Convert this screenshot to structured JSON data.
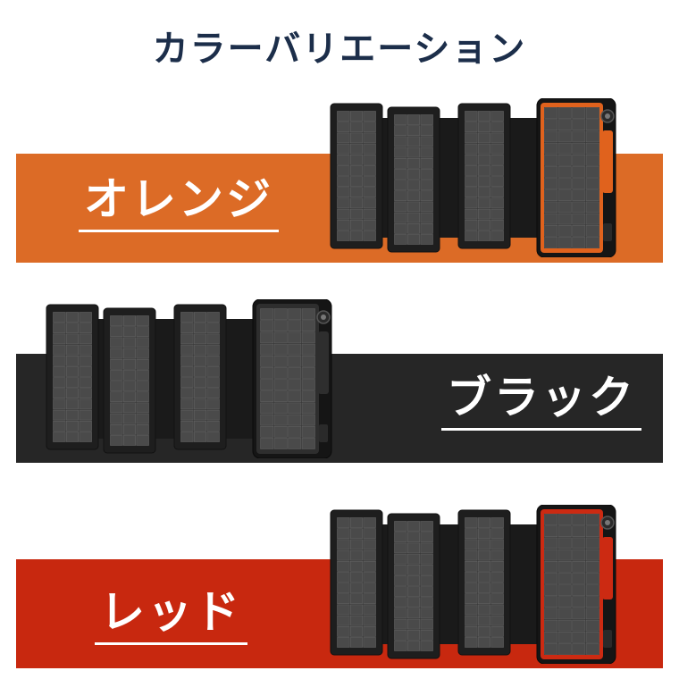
{
  "title": "カラーバリエーション",
  "variants": [
    {
      "label": "オレンジ",
      "band_color": "#dc6b26",
      "accent_color": "#e0621d"
    },
    {
      "label": "ブラック",
      "band_color": "#262626",
      "accent_color": "#2e2e2e"
    },
    {
      "label": "レッド",
      "band_color": "#c8280f",
      "accent_color": "#cc2a12"
    }
  ],
  "icons": [
    "solar-panel-icon",
    "power-bank-icon",
    "flashlight-icon"
  ]
}
